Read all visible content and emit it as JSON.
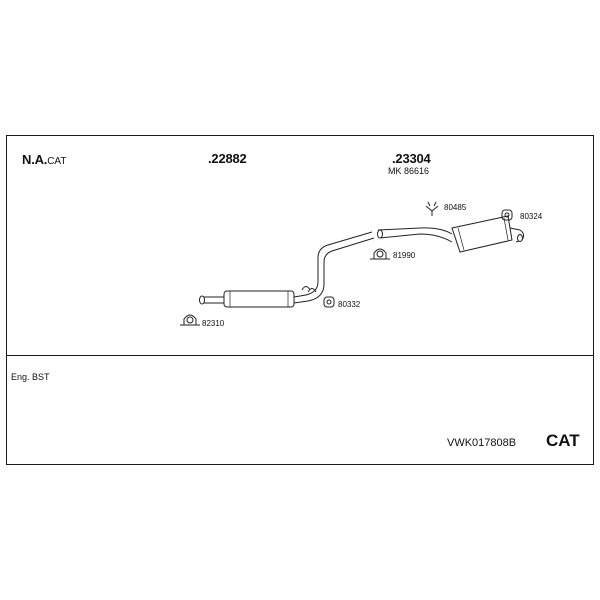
{
  "header": {
    "variant": {
      "main": "N.A.",
      "suffix": "CAT"
    },
    "part_front": ".22882",
    "part_rear": ".23304",
    "mk_ref": "MK 86616"
  },
  "parts": {
    "clamp_front": "82310",
    "rubber_mid": "80332",
    "clamp_mid": "81990",
    "hanger_rear": "80485",
    "rubber_rear": "80324"
  },
  "footer": {
    "engine": "Eng. BST",
    "kit_code": "VWK017808B",
    "type": "CAT"
  }
}
